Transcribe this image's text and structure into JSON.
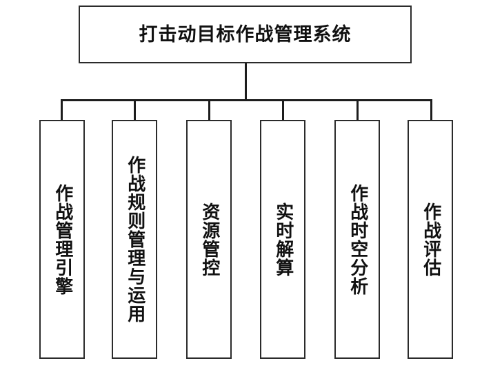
{
  "diagram": {
    "type": "hierarchy-tree",
    "orientation": "top-down",
    "background_color": "#ffffff",
    "line_color": "#1d1d1d",
    "box_border_color": "#2b2b2b",
    "box_fill_color": "#ffffff",
    "text_color": "#111111",
    "root": {
      "label": "打击动目标作战管理系统",
      "text_direction": "horizontal"
    },
    "children": [
      {
        "label": "作战管理引擎",
        "text_direction": "vertical-upright"
      },
      {
        "label": "作战规则管理与运用",
        "text_direction": "vertical-upright"
      },
      {
        "label": "资源管控",
        "text_direction": "vertical-upright"
      },
      {
        "label": "实时解算",
        "text_direction": "vertical-upright"
      },
      {
        "label": "作战时空分析",
        "text_direction": "vertical-upright"
      },
      {
        "label": "作战评估",
        "text_direction": "vertical-upright"
      }
    ]
  }
}
